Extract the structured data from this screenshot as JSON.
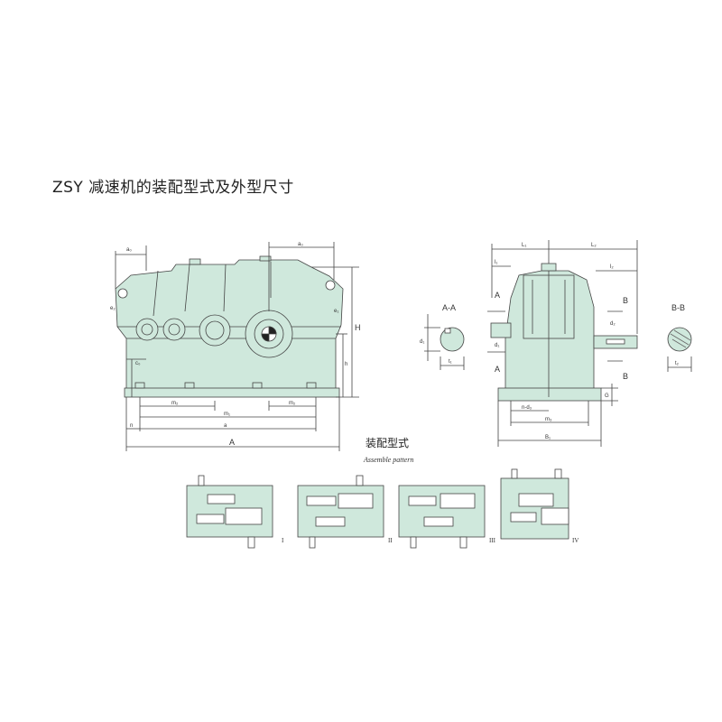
{
  "title": "ZSY 减速机的装配型式及外型尺寸",
  "colors": {
    "body_fill": "#cfe8dc",
    "line": "#444444",
    "background": "#ffffff"
  },
  "front_view": {
    "top_dims": [
      "a₀",
      "a₀"
    ],
    "left_dims": [
      "c₀"
    ],
    "right_dims": [
      "H",
      "h"
    ],
    "bottom_dims": [
      "m₂",
      "m₂",
      "m₁",
      "a",
      "A",
      "n"
    ],
    "side_dims": [
      "e₂",
      "e₁"
    ]
  },
  "side_view": {
    "top_dims": [
      "L₁",
      "L₂"
    ],
    "left_dims": [
      "l₁",
      "A",
      "A",
      "d₁"
    ],
    "right_dims": [
      "l₂",
      "B",
      "B",
      "d₂",
      "G"
    ],
    "bottom_dims": [
      "n-d₃",
      "m₃",
      "B₁"
    ]
  },
  "section_aa": {
    "label": "A-A",
    "dims": [
      "d₁",
      "t₁"
    ]
  },
  "section_bb": {
    "label": "B-B",
    "dims": [
      "t₂"
    ]
  },
  "assembly": {
    "caption_cn": "装配型式",
    "caption_en": "Assemble pattern",
    "patterns": [
      "I",
      "II",
      "III",
      "IV"
    ]
  }
}
